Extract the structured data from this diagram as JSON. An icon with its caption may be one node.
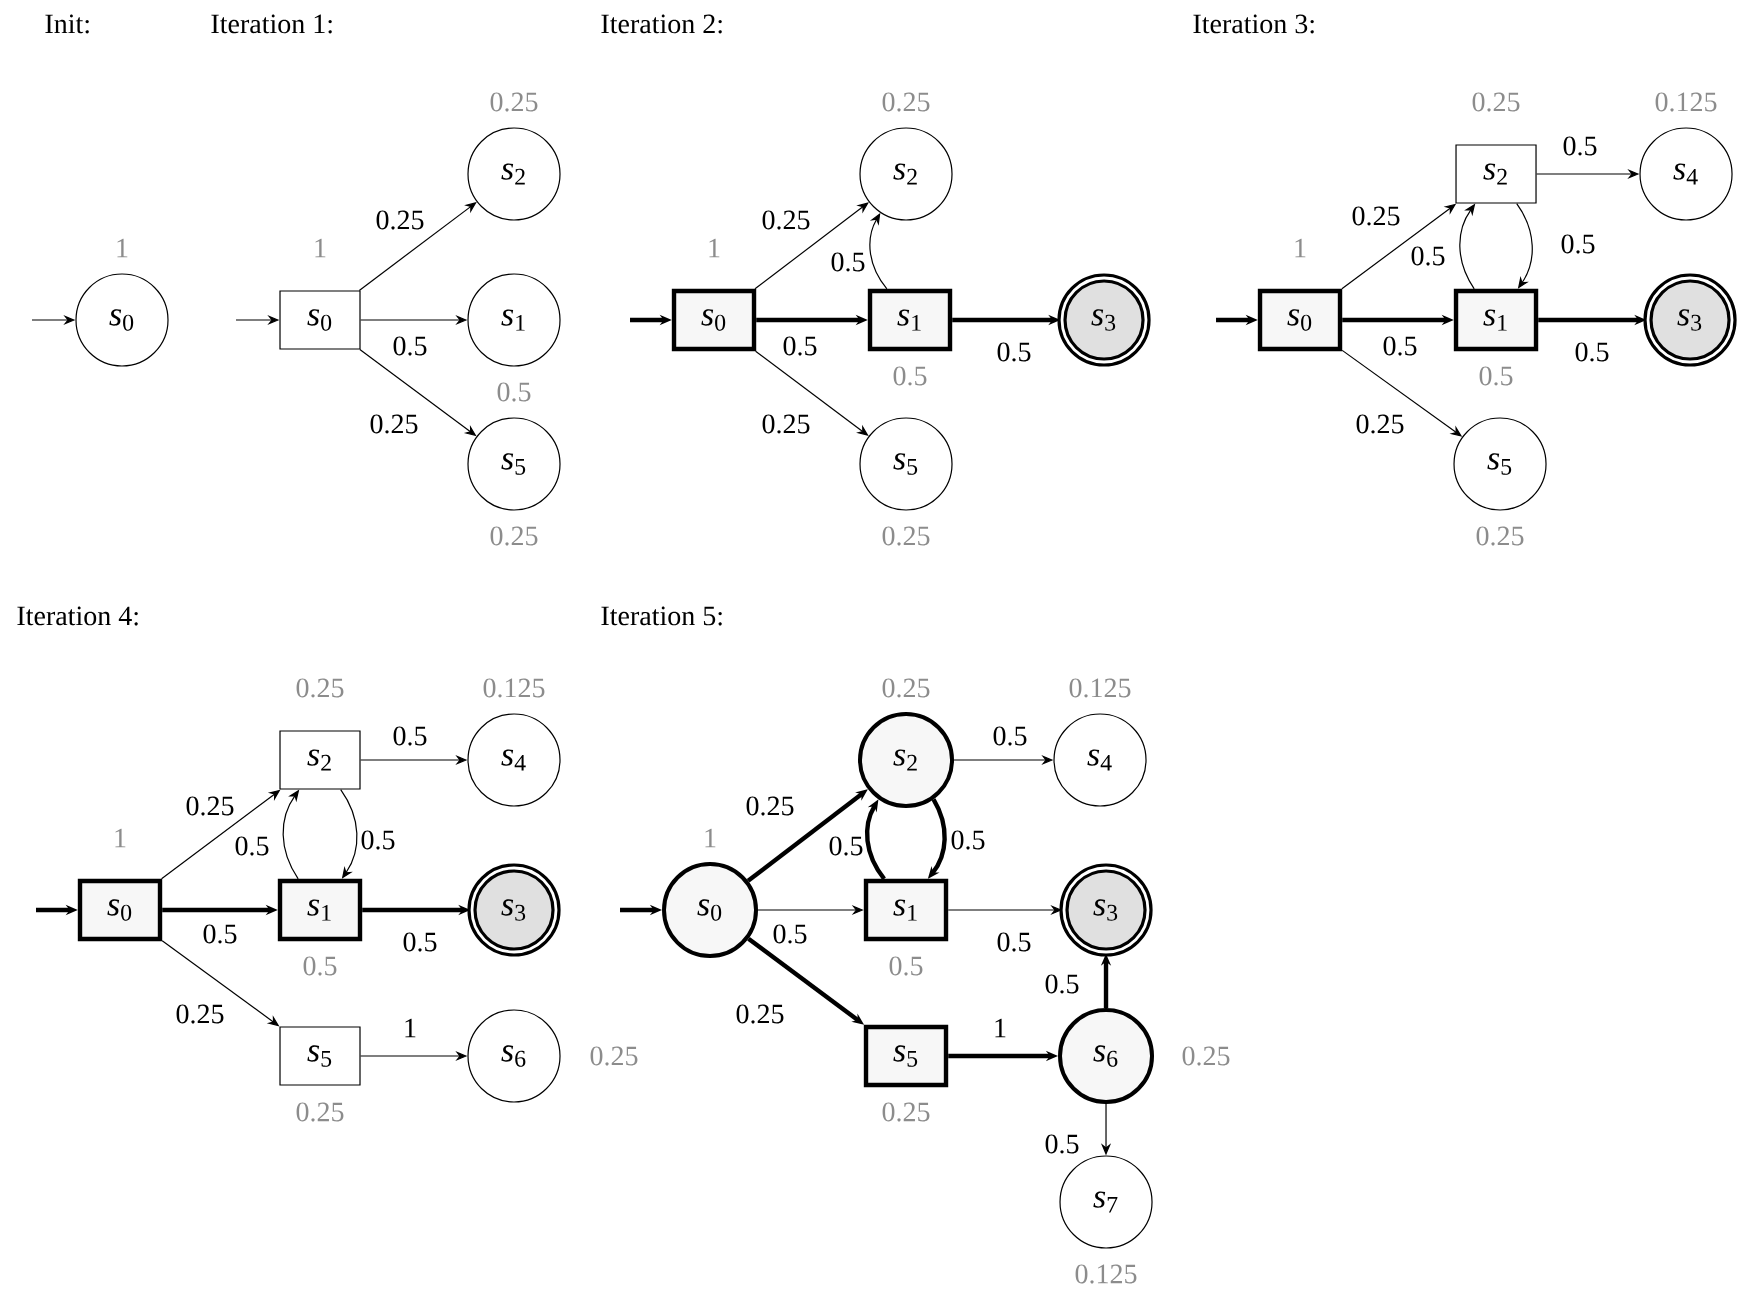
{
  "diagram": {
    "nodes": [
      {
        "text": [
          "*s*$_{0}$"
        ],
        "beside": [
          "1"
        ]
      },
      {
        "text": [
          "*s*$_{0}$"
        ],
        "beside": [
          "1"
        ]
      },
      {
        "text": [
          "*s*$_{2}$"
        ],
        "beside": [
          "0.25"
        ]
      },
      {
        "text": [
          "*s*$_{1}$"
        ],
        "beside": [
          "0.5"
        ]
      },
      {
        "text": [
          "*s*$_{5}$"
        ],
        "beside": [
          "0.25"
        ]
      },
      {
        "text": [
          "*s*$_{0}$"
        ],
        "beside": [
          "1"
        ]
      },
      {
        "text": [
          "*s*$_{2}$"
        ],
        "beside": [
          "0.25"
        ]
      },
      {
        "text": [
          "*s*$_{1}$"
        ],
        "beside": [
          "0.5"
        ]
      },
      {
        "text": [
          "*s*$_{3}$"
        ]
      },
      {
        "text": [
          "*s*$_{5}$"
        ],
        "beside": [
          "0.25"
        ]
      },
      {
        "text": [
          "*s*$_{0}$"
        ],
        "beside": [
          "1"
        ]
      },
      {
        "text": [
          "*s*$_{2}$"
        ],
        "beside": [
          "0.25"
        ]
      },
      {
        "text": [
          "*s*$_{4}$"
        ],
        "beside": [
          "0.125"
        ]
      },
      {
        "text": [
          "*s*$_{1}$"
        ],
        "beside": [
          "0.5"
        ]
      },
      {
        "text": [
          "*s*$_{3}$"
        ]
      },
      {
        "text": [
          "*s*$_{5}$"
        ],
        "beside": [
          "0.25"
        ]
      },
      {
        "text": [
          "*s*$_{0}$"
        ],
        "beside": [
          "1"
        ]
      },
      {
        "text": [
          "*s*$_{2}$"
        ],
        "beside": [
          "0.25"
        ]
      },
      {
        "text": [
          "*s*$_{4}$"
        ],
        "beside": [
          "0.125"
        ]
      },
      {
        "text": [
          "*s*$_{1}$"
        ],
        "beside": [
          "0.5"
        ]
      },
      {
        "text": [
          "*s*$_{3}$"
        ]
      },
      {
        "text": [
          "*s*$_{5}$"
        ],
        "beside": [
          "0.25"
        ]
      },
      {
        "text": [
          "*s*$_{6}$"
        ],
        "beside": [
          "0.25"
        ]
      },
      {
        "text": [
          "*s*$_{0}$"
        ],
        "beside": [
          "1"
        ]
      },
      {
        "text": [
          "*s*$_{2}$"
        ],
        "beside": [
          "0.25"
        ]
      },
      {
        "text": [
          "*s*$_{4}$"
        ],
        "beside": [
          "0.125"
        ]
      },
      {
        "text": [
          "*s*$_{1}$"
        ],
        "beside": [
          "0.5"
        ]
      },
      {
        "text": [
          "*s*$_{3}$"
        ]
      },
      {
        "text": [
          "*s*$_{5}$"
        ],
        "beside": [
          "0.25"
        ]
      },
      {
        "text": [
          "*s*$_{6}$"
        ],
        "beside": [
          "0.25"
        ]
      },
      {
        "text": [
          "*s*$_{7}$"
        ],
        "beside": [
          "0.125"
        ]
      }
    ],
    "edges": [
      {
        "from": null,
        "to": 0,
        "arrow": "to"
      },
      {
        "from": null,
        "to": 1,
        "arrow": "to"
      },
      {
        "from": 1,
        "to": 2,
        "arrow": "to",
        "label": "0.25"
      },
      {
        "from": 1,
        "to": 3,
        "arrow": "to",
        "label": "0.5"
      },
      {
        "from": 1,
        "to": 4,
        "arrow": "to",
        "label": "0.25"
      },
      {
        "from": null,
        "to": 5,
        "arrow": "to",
        "style": "thick"
      },
      {
        "from": 5,
        "to": 6,
        "arrow": "to",
        "label": "0.25"
      },
      {
        "from": 5,
        "to": 7,
        "arrow": "to",
        "label": "0.5",
        "style": "thick"
      },
      {
        "from": 5,
        "to": 9,
        "arrow": "to",
        "label": "0.25"
      },
      {
        "from": 7,
        "to": 6,
        "arrow": "to",
        "label": "0.5"
      },
      {
        "from": 7,
        "to": 8,
        "arrow": "to",
        "label": "0.5",
        "style": "thick"
      },
      {
        "from": null,
        "to": 10,
        "arrow": "to",
        "style": "thick"
      },
      {
        "from": 10,
        "to": 11,
        "arrow": "to",
        "label": "0.25"
      },
      {
        "from": 10,
        "to": 13,
        "arrow": "to",
        "label": "0.5",
        "style": "thick"
      },
      {
        "from": 10,
        "to": 15,
        "arrow": "to",
        "label": "0.25"
      },
      {
        "from": 11,
        "to": 12,
        "arrow": "to",
        "label": "0.5"
      },
      {
        "from": 13,
        "to": 11,
        "arrow": "to",
        "label": "0.5"
      },
      {
        "from": 11,
        "to": 13,
        "arrow": "to",
        "label": "0.5"
      },
      {
        "from": 13,
        "to": 14,
        "arrow": "to",
        "label": "0.5",
        "style": "thick"
      },
      {
        "from": null,
        "to": 16,
        "arrow": "to",
        "style": "thick"
      },
      {
        "from": 16,
        "to": 17,
        "arrow": "to",
        "label": "0.25"
      },
      {
        "from": 16,
        "to": 19,
        "arrow": "to",
        "label": "0.5",
        "style": "thick"
      },
      {
        "from": 16,
        "to": 21,
        "arrow": "to",
        "label": "0.25"
      },
      {
        "from": 17,
        "to": 18,
        "arrow": "to",
        "label": "0.5"
      },
      {
        "from": 19,
        "to": 17,
        "arrow": "to",
        "label": "0.5"
      },
      {
        "from": 17,
        "to": 19,
        "arrow": "to",
        "label": "0.5"
      },
      {
        "from": 19,
        "to": 20,
        "arrow": "to",
        "label": "0.5",
        "style": "thick"
      },
      {
        "from": 21,
        "to": 22,
        "arrow": "to",
        "label": "1"
      },
      {
        "from": null,
        "to": 23,
        "arrow": "to",
        "style": "thick"
      },
      {
        "from": 23,
        "to": 24,
        "arrow": "to",
        "label": "0.25",
        "style": "thick"
      },
      {
        "from": 23,
        "to": 26,
        "arrow": "to",
        "label": "0.5"
      },
      {
        "from": 23,
        "to": 28,
        "arrow": "to",
        "label": "0.25",
        "style": "thick"
      },
      {
        "from": 24,
        "to": 25,
        "arrow": "to",
        "label": "0.5"
      },
      {
        "from": 26,
        "to": 24,
        "arrow": "to",
        "label": "0.5",
        "style": "thick"
      },
      {
        "from": 24,
        "to": 26,
        "arrow": "to",
        "label": "0.5",
        "style": "thick"
      },
      {
        "from": 26,
        "to": 27,
        "arrow": "to",
        "label": "0.5"
      },
      {
        "from": 28,
        "to": 29,
        "arrow": "to",
        "label": "1",
        "style": "thick"
      },
      {
        "from": 29,
        "to": 27,
        "arrow": "to",
        "label": "0.5",
        "style": "thick"
      },
      {
        "from": 29,
        "to": 30,
        "arrow": "to",
        "label": "0.5"
      }
    ],
    "labels": [
      "Init:",
      "Iteration 1:",
      "Iteration 2:",
      "Iteration 3:",
      "Iteration 4:",
      "Iteration 5:"
    ]
  }
}
